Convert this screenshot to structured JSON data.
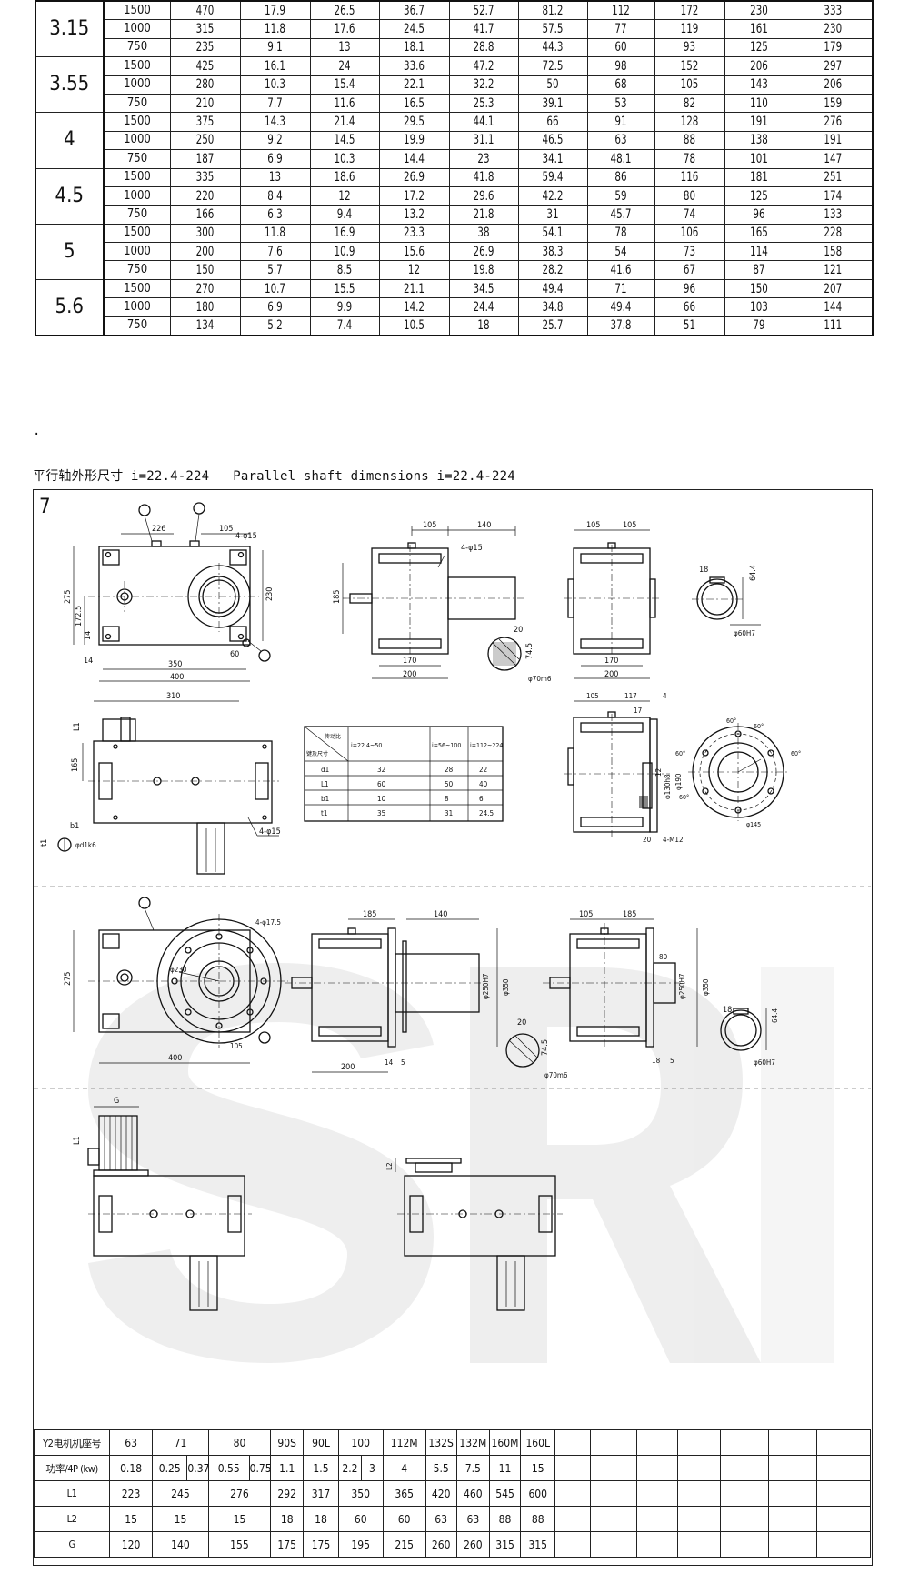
{
  "power_table": {
    "groups": [
      {
        "ratio": "3.15",
        "rows": [
          [
            "1500",
            "470",
            "17.9",
            "26.5",
            "36.7",
            "52.7",
            "81.2",
            "112",
            "172",
            "230",
            "333"
          ],
          [
            "1000",
            "315",
            "11.8",
            "17.6",
            "24.5",
            "41.7",
            "57.5",
            "77",
            "119",
            "161",
            "230"
          ],
          [
            "750",
            "235",
            "9.1",
            "13",
            "18.1",
            "28.8",
            "44.3",
            "60",
            "93",
            "125",
            "179"
          ]
        ]
      },
      {
        "ratio": "3.55",
        "rows": [
          [
            "1500",
            "425",
            "16.1",
            "24",
            "33.6",
            "47.2",
            "72.5",
            "98",
            "152",
            "206",
            "297"
          ],
          [
            "1000",
            "280",
            "10.3",
            "15.4",
            "22.1",
            "32.2",
            "50",
            "68",
            "105",
            "143",
            "206"
          ],
          [
            "750",
            "210",
            "7.7",
            "11.6",
            "16.5",
            "25.3",
            "39.1",
            "53",
            "82",
            "110",
            "159"
          ]
        ]
      },
      {
        "ratio": "4",
        "rows": [
          [
            "1500",
            "375",
            "14.3",
            "21.4",
            "29.5",
            "44.1",
            "66",
            "91",
            "128",
            "191",
            "276"
          ],
          [
            "1000",
            "250",
            "9.2",
            "14.5",
            "19.9",
            "31.1",
            "46.5",
            "63",
            "88",
            "138",
            "191"
          ],
          [
            "750",
            "187",
            "6.9",
            "10.3",
            "14.4",
            "23",
            "34.1",
            "48.1",
            "78",
            "101",
            "147"
          ]
        ]
      },
      {
        "ratio": "4.5",
        "rows": [
          [
            "1500",
            "335",
            "13",
            "18.6",
            "26.9",
            "41.8",
            "59.4",
            "86",
            "116",
            "181",
            "251"
          ],
          [
            "1000",
            "220",
            "8.4",
            "12",
            "17.2",
            "29.6",
            "42.2",
            "59",
            "80",
            "125",
            "174"
          ],
          [
            "750",
            "166",
            "6.3",
            "9.4",
            "13.2",
            "21.8",
            "31",
            "45.7",
            "74",
            "96",
            "133"
          ]
        ]
      },
      {
        "ratio": "5",
        "rows": [
          [
            "1500",
            "300",
            "11.8",
            "16.9",
            "23.3",
            "38",
            "54.1",
            "78",
            "106",
            "165",
            "228"
          ],
          [
            "1000",
            "200",
            "7.6",
            "10.9",
            "15.6",
            "26.9",
            "38.3",
            "54",
            "73",
            "114",
            "158"
          ],
          [
            "750",
            "150",
            "5.7",
            "8.5",
            "12",
            "19.8",
            "28.2",
            "41.6",
            "67",
            "87",
            "121"
          ]
        ]
      },
      {
        "ratio": "5.6",
        "rows": [
          [
            "1500",
            "270",
            "10.7",
            "15.5",
            "21.1",
            "34.5",
            "49.4",
            "71",
            "96",
            "150",
            "207"
          ],
          [
            "1000",
            "180",
            "6.9",
            "9.9",
            "14.2",
            "24.4",
            "34.8",
            "49.4",
            "66",
            "103",
            "144"
          ],
          [
            "750",
            "134",
            "5.2",
            "7.4",
            "10.5",
            "18",
            "25.7",
            "37.8",
            "51",
            "79",
            "111"
          ]
        ]
      }
    ]
  },
  "dot": "·",
  "caption": "平行轴外形尺寸 i=22.4-224   Parallel shaft dimensions i=22.4-224",
  "sheet_number": "7",
  "drawing": {
    "dims": {
      "d226": "226",
      "d105a": "105",
      "d4phi15a": "4-φ15",
      "d275a": "275",
      "d172": "172.5",
      "d14a": "14",
      "d14b": "14",
      "d230": "230",
      "d60": "60",
      "d350": "350",
      "d400a": "400",
      "d105b": "105",
      "d140a": "140",
      "d4phi15b": "4-φ15",
      "d185a": "185",
      "d20a": "20",
      "d745a": "74.5",
      "d70m6a": "φ70m6",
      "d170a": "170",
      "d200a": "200",
      "d105c": "105",
      "d105d": "105",
      "d170b": "170",
      "d200b": "200",
      "d18a": "18",
      "d644a": "64.4",
      "d60h7a": "φ60H7",
      "d310": "310",
      "dL1a": "L1",
      "d165": "165",
      "db1": "b1",
      "dt1": "t1",
      "dd1k6": "φd1k6",
      "d4phi15c": "4-φ15",
      "d105e": "105",
      "d117": "117",
      "d4": "4",
      "d17": "17",
      "d12": "12",
      "d130h8": "φ130h8",
      "d190": "φ190",
      "d20b": "20",
      "d4m12": "4-M12",
      "d60deg1": "60°",
      "d60deg2": "60°",
      "d60deg3": "60°",
      "d60deg4": "60°",
      "d60deg5": "60°",
      "dphi145": "φ145",
      "d4phi175": "4-φ17.5",
      "d275b": "275",
      "dphi230": "φ230",
      "d400b": "400",
      "d105f": "105",
      "d185b": "185",
      "d140b": "140",
      "d250h7a": "φ250H7",
      "d350a": "φ350",
      "d200c": "200",
      "d14c": "14",
      "d5a": "5",
      "d20c": "20",
      "d745b": "74.5",
      "d70m6b": "φ70m6",
      "d105g": "105",
      "d185c": "185",
      "d80": "80",
      "d250h7b": "φ250H7",
      "d350b": "φ350",
      "d18b": "18",
      "d5b": "5",
      "d18c": "18",
      "d644b": "64.4",
      "d60h7b": "φ60H7",
      "dG": "G",
      "dL1b": "L1",
      "dL2": "L2"
    },
    "inner_table": {
      "header_top": "传动比",
      "header_bottom": "键及尺寸",
      "cols": [
        "i=22.4~50",
        "i=56~100",
        "i=112~224"
      ],
      "rows": [
        {
          "label": "d1",
          "values": [
            "32",
            "28",
            "22"
          ]
        },
        {
          "label": "L1",
          "values": [
            "60",
            "50",
            "40"
          ]
        },
        {
          "label": "b1",
          "values": [
            "10",
            "8",
            "6"
          ]
        },
        {
          "label": "t1",
          "values": [
            "35",
            "31",
            "24.5"
          ]
        }
      ]
    }
  },
  "motor_table": {
    "rows": [
      [
        "Y2电机机座号",
        "63",
        "71",
        "",
        "80",
        "",
        "90S",
        "90L",
        "100",
        "",
        "112M",
        "132S",
        "132M",
        "160M",
        "160L",
        "",
        "",
        "",
        "",
        "",
        "",
        ""
      ],
      [
        "功率/4P (kw)",
        "0.18",
        "0.25",
        "0.37",
        "0.55",
        "0.75",
        "1.1",
        "1.5",
        "2.2",
        "3",
        "4",
        "5.5",
        "7.5",
        "11",
        "15",
        "",
        "",
        "",
        "",
        "",
        "",
        ""
      ],
      [
        "L1",
        "223",
        "245",
        "",
        "276",
        "",
        "292",
        "317",
        "350",
        "",
        "365",
        "420",
        "460",
        "545",
        "600",
        "",
        "",
        "",
        "",
        "",
        "",
        ""
      ],
      [
        "L2",
        "15",
        "15",
        "",
        "15",
        "",
        "18",
        "18",
        "60",
        "",
        "60",
        "63",
        "63",
        "88",
        "88",
        "",
        "",
        "",
        "",
        "",
        "",
        ""
      ],
      [
        "G",
        "120",
        "140",
        "",
        "155",
        "",
        "175",
        "175",
        "195",
        "",
        "215",
        "260",
        "260",
        "315",
        "315",
        "",
        "",
        "",
        "",
        "",
        "",
        ""
      ]
    ]
  },
  "colors": {
    "line": "#111111",
    "watermark": "#ececec"
  }
}
